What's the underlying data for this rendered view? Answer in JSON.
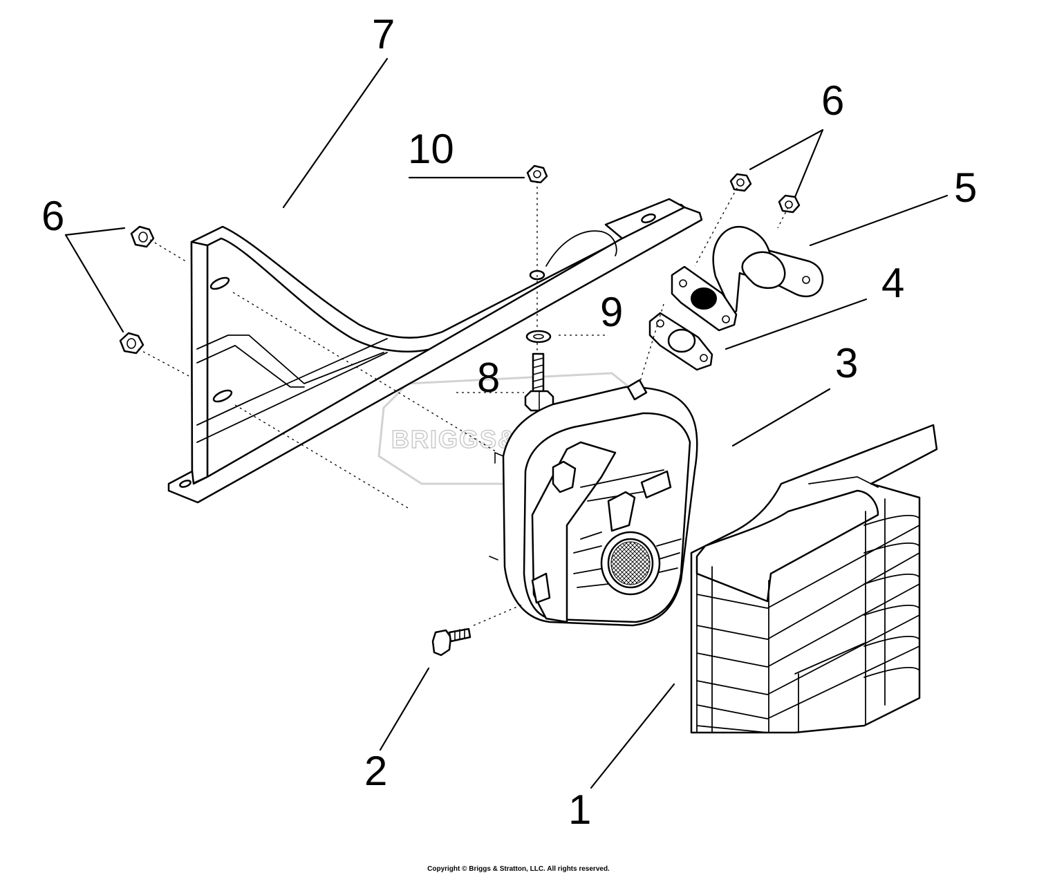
{
  "diagram": {
    "callouts": [
      "1",
      "2",
      "3",
      "4",
      "5",
      "6",
      "6",
      "7",
      "8",
      "9",
      "10"
    ],
    "watermark": {
      "text": "BRIGGS&STRATTON"
    },
    "copyright": "Copyright © Briggs & Stratton, LLC. All rights reserved."
  }
}
